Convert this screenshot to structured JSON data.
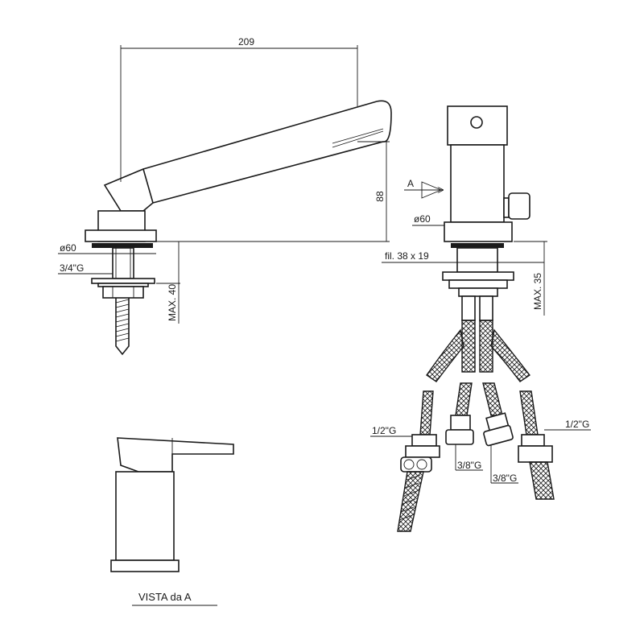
{
  "dimensions": {
    "width_209": "209",
    "height_88": "88",
    "dia_left": "ø60",
    "thread_left": "3/4\"G",
    "max_40": "MAX. 40",
    "arrow_a": "A",
    "dia_right": "ø60",
    "fil": "fil. 38 x 19",
    "max_35": "MAX. 35",
    "hose_1_2_left": "1/2\"G",
    "hose_3_8_left": "3/8\"G",
    "hose_3_8_right": "3/8\"G",
    "hose_1_2_right": "1/2\"G"
  },
  "caption": "VISTA da A",
  "colors": {
    "ink": "#1a1a1a",
    "paper": "#ffffff"
  }
}
